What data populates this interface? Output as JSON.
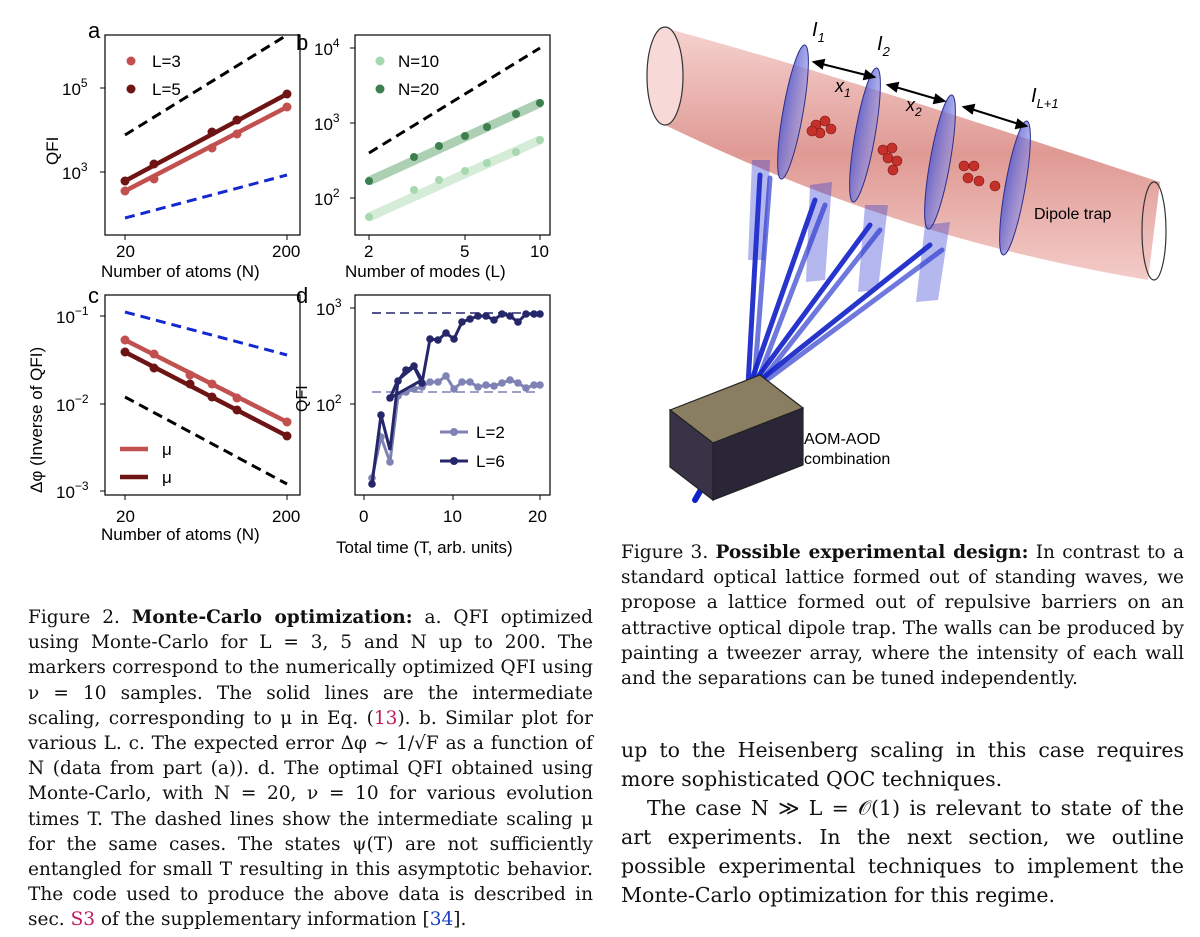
{
  "figure2": {
    "panels": {
      "a": {
        "letter": "a",
        "ylabel": "QFI",
        "xlabel": "Number of atoms (N)",
        "yticks": [
          "10^5",
          "10^3"
        ],
        "xticks": [
          "20",
          "200"
        ],
        "legend": [
          "L=3",
          "L=5"
        ]
      },
      "b": {
        "letter": "b",
        "xlabel": "Number of modes (L)",
        "yticks": [
          "10^4",
          "10^3",
          "10^2"
        ],
        "xticks": [
          "2",
          "5",
          "10"
        ],
        "legend": [
          "N=10",
          "N=20"
        ]
      },
      "c": {
        "letter": "c",
        "ylabel": "Δφ (Inverse of  QFI)",
        "xlabel": "Number of atoms (N)",
        "yticks": [
          "10^-1",
          "10^-2",
          "10^-3"
        ],
        "xticks": [
          "20",
          "200"
        ],
        "legend": [
          "μ",
          "μ"
        ]
      },
      "d": {
        "letter": "d",
        "ylabel": "QFI",
        "xlabel": "Total time (T, arb. units)",
        "yticks": [
          "10^3",
          "10^2"
        ],
        "xticks": [
          "0",
          "10",
          "20"
        ],
        "legend": [
          "L=2",
          "L=6"
        ]
      }
    },
    "caption": {
      "label": "Figure 2.",
      "title": "Monte-Carlo optimization:",
      "text_before_ref1": "a. QFI optimized using Monte-Carlo for L = 3, 5 and N up to 200. The markers correspond to the numerically optimized QFI using ν = 10 samples. The solid lines are the intermediate scaling, corresponding to μ in Eq. (",
      "ref1": "13",
      "text_mid": "). b. Similar plot for various L. c. The expected error Δφ ∼ 1/√F as a function of N (data from part (a)). d. The optimal QFI obtained using Monte-Carlo, with N = 20, ν = 10 for various evolution times T. The dashed lines show the intermediate scaling μ for the same cases. The states ψ(T) are not sufficiently entangled for small T resulting in this asymptotic behavior. The code used to produce the above data is described in sec. ",
      "ref2": "S3",
      "text_after_ref2": " of the supplementary information [",
      "cite": "34",
      "text_end": "]."
    }
  },
  "figure3": {
    "labels": {
      "I1": "I",
      "I1_sub": "1",
      "I2": "I",
      "I2_sub": "2",
      "IL": "I",
      "IL_sub": "L+1",
      "x1": "x",
      "x1_sub": "1",
      "x2": "x",
      "x2_sub": "2",
      "dipole_trap": "Dipole trap",
      "aom_line1": "AOM-AOD",
      "aom_line2": "combination"
    },
    "caption": {
      "label": "Figure 3.",
      "title": "Possible experimental design:",
      "text": "In contrast to a standard optical lattice formed out of standing waves, we propose a lattice formed out of repulsive barriers on an attractive optical dipole trap. The walls can be produced by painting a tweezer array, where the intensity of each wall and the separations can be tuned independently."
    }
  },
  "body_text": {
    "para1": "up to the Heisenberg scaling in this case requires more sophisticated QOC techniques.",
    "para2": "The case N ≫ L = 𝒪(1) is relevant to state of the art experiments. In the next section, we outline possible experimental techniques to implement the Monte-Carlo optimization for this regime."
  },
  "colors": {
    "L3": "#c1504f",
    "L5": "#6e1414",
    "N10": "#a8d8b0",
    "N20": "#3d7f4e",
    "L2": "#7f82b4",
    "L6": "#26276b",
    "blue_dashed": "#1428d0",
    "black_dashed": "#000000",
    "ref_pink": "#c2185b",
    "cite_blue": "#1a3fbf",
    "beam": "#e8a8a4",
    "wall": "#6a6fd6"
  },
  "icons": [
    "atom-icon",
    "tweezer-beam-icon"
  ]
}
